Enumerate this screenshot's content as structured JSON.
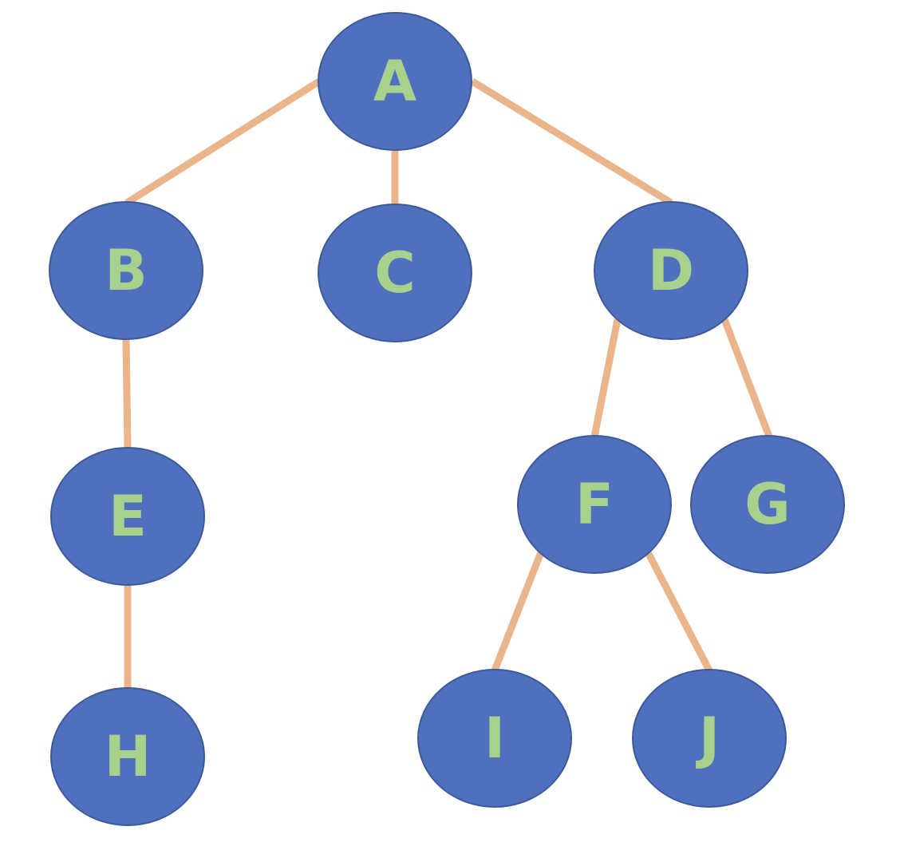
{
  "colors": {
    "node_fill": "#4f71bd",
    "node_stroke": "#3c5a9a",
    "label": "#a9d18e",
    "edge": "#eab58a",
    "background": "#ffffff"
  },
  "nodes": [
    {
      "id": "A",
      "label": "A"
    },
    {
      "id": "B",
      "label": "B"
    },
    {
      "id": "C",
      "label": "C"
    },
    {
      "id": "D",
      "label": "D"
    },
    {
      "id": "E",
      "label": "E"
    },
    {
      "id": "F",
      "label": "F"
    },
    {
      "id": "G",
      "label": "G"
    },
    {
      "id": "H",
      "label": "H"
    },
    {
      "id": "I",
      "label": "I"
    },
    {
      "id": "J",
      "label": "J"
    }
  ],
  "edges": [
    {
      "from": "A",
      "to": "B"
    },
    {
      "from": "A",
      "to": "C"
    },
    {
      "from": "A",
      "to": "D"
    },
    {
      "from": "B",
      "to": "E"
    },
    {
      "from": "E",
      "to": "H"
    },
    {
      "from": "D",
      "to": "F"
    },
    {
      "from": "D",
      "to": "G"
    },
    {
      "from": "F",
      "to": "I"
    },
    {
      "from": "F",
      "to": "J"
    }
  ]
}
